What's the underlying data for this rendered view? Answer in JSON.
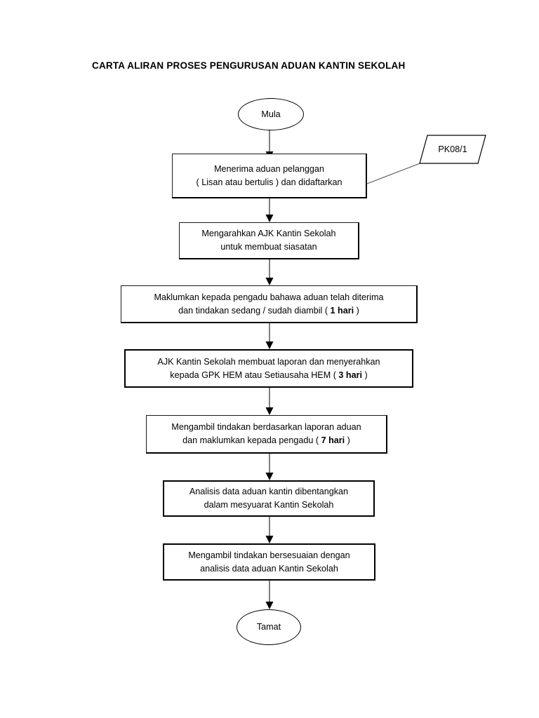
{
  "document": {
    "title": "CARTA ALIRAN PROSES PENGURUSAN ADUAN KANTIN SEKOLAH",
    "background_color": "#ffffff",
    "line_color": "#000000"
  },
  "chart_data": {
    "type": "diagram",
    "subtype": "flowchart",
    "orientation": "top-to-bottom",
    "title": "CARTA ALIRAN PROSES PENGURUSAN ADUAN KANTIN SEKOLAH",
    "nodes": [
      {
        "id": "start",
        "shape": "ellipse",
        "label": "Mula",
        "line1": "Mula",
        "line2": ""
      },
      {
        "id": "p1",
        "shape": "rectangle",
        "label": "Menerima aduan pelanggan ( Lisan atau bertulis ) dan didaftarkan",
        "line1": "Menerima aduan pelanggan",
        "line2": "( Lisan atau bertulis ) dan didaftarkan"
      },
      {
        "id": "p2",
        "shape": "rectangle",
        "label": "Mengarahkan AJK Kantin Sekolah untuk membuat siasatan",
        "line1": "Mengarahkan AJK Kantin Sekolah",
        "line2": "untuk membuat siasatan"
      },
      {
        "id": "p3",
        "shape": "rectangle",
        "label": "Maklumkan kepada pengadu bahawa aduan telah diterima dan tindakan sedang / sudah diambil ( 1 hari )",
        "line1": "Maklumkan kepada pengadu bahawa aduan telah diterima",
        "line2_pre": "dan tindakan sedang / sudah diambil ( ",
        "line2_bold": "1 hari",
        "line2_post": " )",
        "duration": "1 hari"
      },
      {
        "id": "p4",
        "shape": "rectangle",
        "label": "AJK Kantin Sekolah membuat laporan dan menyerahkan kepada GPK HEM atau Setiausaha HEM ( 3 hari )",
        "line1": "AJK Kantin Sekolah membuat laporan dan menyerahkan",
        "line2_pre": "kepada GPK HEM atau Setiausaha HEM ( ",
        "line2_bold": "3 hari",
        "line2_post": " )",
        "duration": "3 hari"
      },
      {
        "id": "p5",
        "shape": "rectangle",
        "label": "Mengambil tindakan berdasarkan laporan aduan dan maklumkan kepada pengadu ( 7 hari )",
        "line1": "Mengambil tindakan berdasarkan laporan aduan",
        "line2_pre": "dan maklumkan kepada pengadu ( ",
        "line2_bold": "7 hari",
        "line2_post": " )",
        "duration": "7 hari"
      },
      {
        "id": "p6",
        "shape": "rectangle",
        "label": "Analisis data aduan kantin dibentangkan dalam mesyuarat Kantin Sekolah",
        "line1": "Analisis data aduan kantin dibentangkan",
        "line2": "dalam mesyuarat Kantin Sekolah"
      },
      {
        "id": "p7",
        "shape": "rectangle",
        "label": "Mengambil tindakan bersesuaian dengan analisis data aduan Kantin Sekolah",
        "line1": "Mengambil tindakan bersesuaian dengan",
        "line2": "analisis data aduan Kantin Sekolah"
      },
      {
        "id": "end",
        "shape": "ellipse",
        "label": "Tamat",
        "line1": "Tamat",
        "line2": ""
      },
      {
        "id": "ref1",
        "shape": "parallelogram",
        "label": "PK08/1",
        "line1": "PK08/1",
        "line2": ""
      }
    ],
    "edges": [
      {
        "from": "start",
        "to": "p1",
        "style": "arrow"
      },
      {
        "from": "p1",
        "to": "p2",
        "style": "arrow"
      },
      {
        "from": "p2",
        "to": "p3",
        "style": "arrow"
      },
      {
        "from": "p3",
        "to": "p4",
        "style": "arrow"
      },
      {
        "from": "p4",
        "to": "p5",
        "style": "arrow"
      },
      {
        "from": "p5",
        "to": "p6",
        "style": "arrow"
      },
      {
        "from": "p6",
        "to": "p7",
        "style": "arrow"
      },
      {
        "from": "p7",
        "to": "end",
        "style": "arrow"
      },
      {
        "from": "ref1",
        "to": "p1",
        "style": "leader-line"
      }
    ]
  }
}
